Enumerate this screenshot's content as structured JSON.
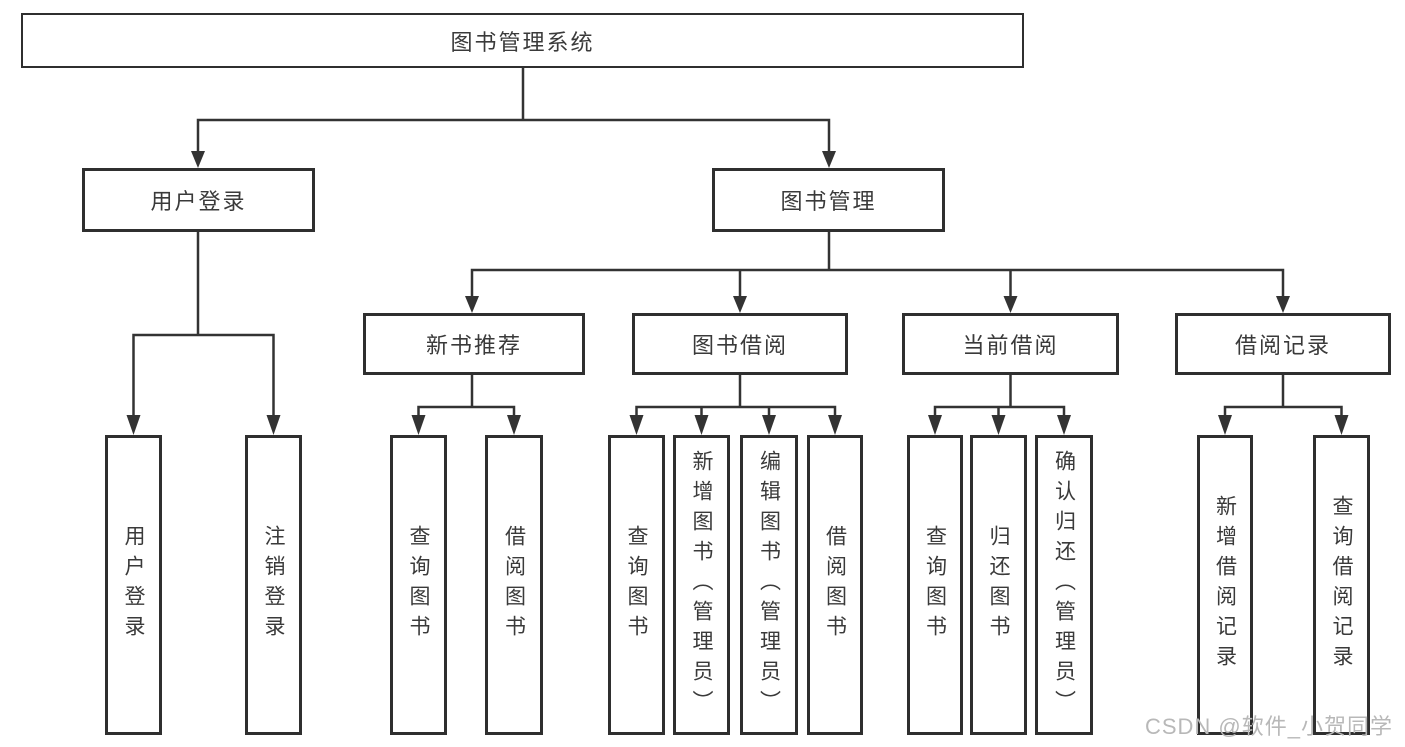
{
  "diagram": {
    "root": {
      "label": "图书管理系统",
      "children": [
        {
          "label": "用户登录",
          "children": [
            {
              "label": "用户登录"
            },
            {
              "label": "注销登录"
            }
          ]
        },
        {
          "label": "图书管理",
          "children": [
            {
              "label": "新书推荐",
              "children": [
                {
                  "label": "查询图书"
                },
                {
                  "label": "借阅图书"
                }
              ]
            },
            {
              "label": "图书借阅",
              "children": [
                {
                  "label": "查询图书"
                },
                {
                  "label": "新增图书（管理员）"
                },
                {
                  "label": "编辑图书（管理员）"
                },
                {
                  "label": "借阅图书"
                }
              ]
            },
            {
              "label": "当前借阅",
              "children": [
                {
                  "label": "查询图书"
                },
                {
                  "label": "归还图书"
                },
                {
                  "label": "确认归还（管理员）"
                }
              ]
            },
            {
              "label": "借阅记录",
              "children": [
                {
                  "label": "新增借阅记录"
                },
                {
                  "label": "查询借阅记录"
                }
              ]
            }
          ]
        }
      ]
    }
  },
  "watermark": {
    "text": "CSDN @软件_小贺同学"
  },
  "colors": {
    "line": "#333333",
    "box_border": "#2f2f2f",
    "text": "#3a3a3a",
    "watermark": "#b8b8b8",
    "background": "#ffffff"
  }
}
